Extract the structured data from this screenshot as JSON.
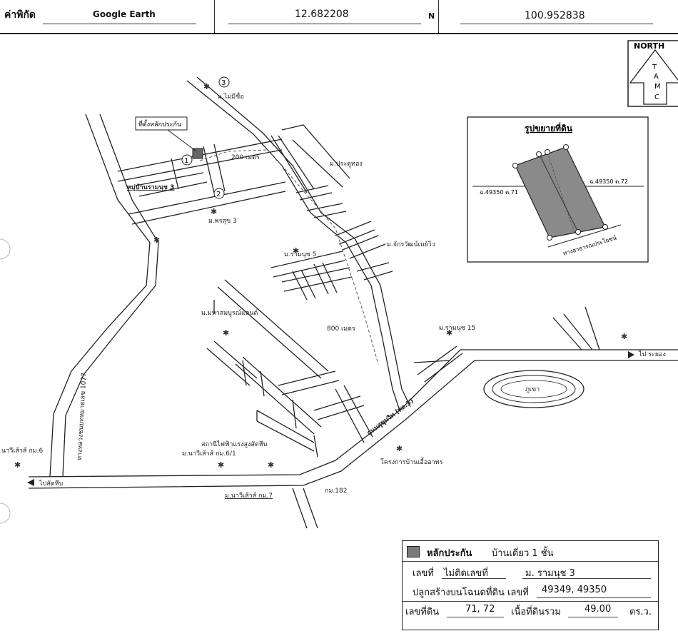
{
  "header": {
    "coord_label": "ค่าพิกัด",
    "source": "Google Earth",
    "latitude": "12.682208",
    "lat_unit": "N",
    "longitude": "100.952838"
  },
  "north_arrow": {
    "label": "NORTH",
    "letters": [
      "T",
      "A",
      "M",
      "C"
    ]
  },
  "inset": {
    "title": "รูปขยายที่ดิน",
    "left_label": "ฉ.49350 ต.71",
    "right_label": "ฉ.49350 ต.72",
    "road_label": "ทางสาธารณประโยชน์"
  },
  "map": {
    "collateral_box": "ที่ตั้งหลักประกัน",
    "dist_200": "200 เมตร",
    "dist_800": "800 เมตร",
    "marker_1": "1",
    "marker_2": "2",
    "marker_3": "3",
    "village_maimisue": "ม.ไม่มีชื่อ",
    "village_pratuthong": "ม.ประตูทอง",
    "village_ramanut3": "หมู่บ้านรามนุช 3",
    "village_pornsuk3": "ม.พรสุข 3",
    "village_chakrawat": "ม.จักรวัฒน์เบย์วิว",
    "village_ramanut5": "ม.รามนุช 5",
    "village_mahasomboon": "ม.มหาสมบูรณ์แลนด์",
    "village_ramanut15": "ม.รามนุช 15",
    "to_rayong": "ไป ระยอง",
    "mountain": "ภูเขา",
    "road_sukhumvit": "ถนนสุขุมวิท (ทล.3)",
    "highway_1077": "ทางหลวงชนบทหมายเลข 1077",
    "electric_station": "สถานีไฟฟ้าแรงสูงสัตหีบ",
    "village_nawi_61": "ม.นาวีเส้าส์ กม.6/1",
    "village_nawi_6": "นาวีเส้าส์ กม.6",
    "to_sattahip": "ไปสัตหีบ",
    "village_nawi_7": "ม.นาวีเส้าส์ กม.7",
    "km_marker": "กม.182",
    "baan_project": "โครงการบ้านเอื้ออาทร"
  },
  "legend": {
    "title": "หลักประกัน",
    "type": "บ้านเดี่ยว 1 ชั้น",
    "house_no_label": "เลขที่",
    "house_no_value": "ไม่ติดเลขที่",
    "village": "ม. รามนุช 3",
    "deed_label": "ปลูกสร้างบนโฉนดที่ดิน เลขที่",
    "deed_value": "49349, 49350",
    "parcel_label": "เลขที่ดิน",
    "parcel_value": "71, 72",
    "area_label": "เนื้อที่ดินรวม",
    "area_value": "49.00",
    "area_unit": "ตร.ว."
  },
  "colors": {
    "ink": "#222222",
    "fill_gray": "#7a7a7a"
  }
}
